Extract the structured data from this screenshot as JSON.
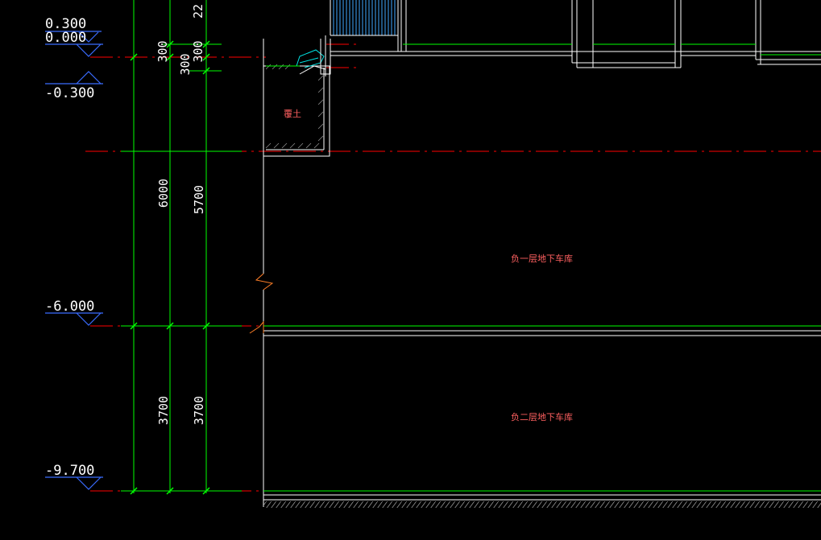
{
  "colors": {
    "background": "#000000",
    "dim_line": "#00ff00",
    "axis_line": "#ff0000",
    "wall": "#ffffff",
    "elev_symbol": "#3a6cff",
    "window": "#3fa9ff",
    "canopy": "#00e5e5",
    "label": "#ff6060",
    "break_mark": "#ff7f27"
  },
  "elevations": {
    "e1": "0.300",
    "e2": "0.000",
    "e3": "-0.300",
    "e4": "-6.000",
    "e5": "-9.700"
  },
  "dimensions": {
    "d_top_partial": "22",
    "d_300_a": "300",
    "d_300_b": "300",
    "d_300_c": "300",
    "d_6000": "6000",
    "d_5700": "5700",
    "d_3700_a": "3700",
    "d_3700_b": "3700"
  },
  "rooms": {
    "fill_soil": "覆土",
    "b1_garage": "负一层地下车库",
    "b2_garage": "负二层地下车库"
  },
  "icons": {
    "elevation_marker": "elevation-triangle-icon",
    "break_line": "break-line-icon"
  }
}
